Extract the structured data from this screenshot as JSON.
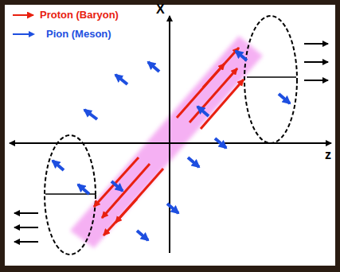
{
  "diagram": {
    "labels": [
      "X",
      "z"
    ],
    "legend": [
      {
        "text": "Proton (Baryon)"
      },
      {
        "text": "Pion (Meson)"
      }
    ]
  }
}
